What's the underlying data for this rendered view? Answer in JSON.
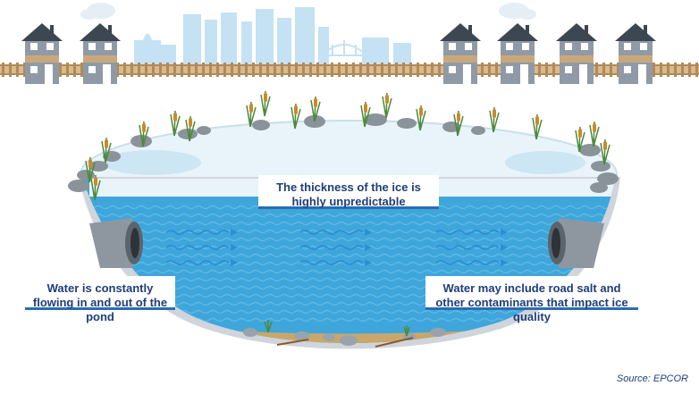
{
  "callouts": {
    "ice_thickness": "The thickness of the ice is highly unpredictable",
    "water_flow": "Water is constantly flowing in and out of the pond",
    "contaminants": "Water may include road salt and other contaminants that impact ice quality"
  },
  "source": "Source: EPCOR",
  "colors": {
    "water": "#3fa6db",
    "ice": "#e8f4fa",
    "skyline": "#c4e2f3",
    "fence": "#c9a77c",
    "label_text": "#1f3d7a",
    "arrow": "#2b8fd0",
    "sediment": "#c9a76a"
  },
  "icons": [
    "house-icon",
    "city-skyline-icon",
    "bridge-icon",
    "pipe-icon",
    "cattail-icon",
    "rock-icon",
    "flow-arrow-icon"
  ]
}
